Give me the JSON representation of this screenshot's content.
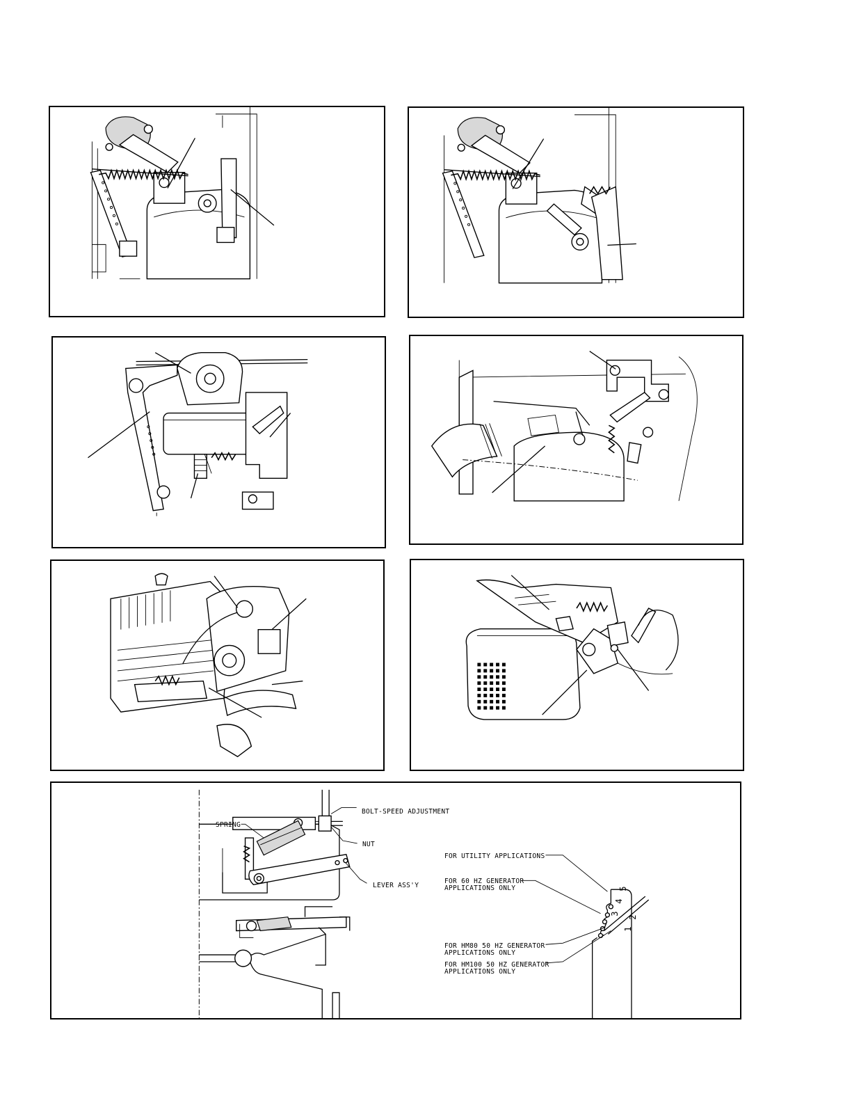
{
  "figures": [
    {
      "id": "fig1"
    },
    {
      "id": "fig2"
    },
    {
      "id": "fig3"
    },
    {
      "id": "fig4"
    },
    {
      "id": "fig5"
    },
    {
      "id": "fig6"
    },
    {
      "id": "fig7"
    }
  ],
  "fig7": {
    "labels": {
      "bolt": "BOLT-SPEED ADJUSTMENT",
      "spring": "SPRING",
      "nut": "NUT",
      "lever": "LEVER ASS'Y",
      "utility": "FOR UTILITY APPLICATIONS",
      "gen60_line1": "FOR 60 HZ GENERATOR",
      "gen60_line2": "APPLICATIONS ONLY",
      "hm80_line1": "FOR HM80 50 HZ GENERATOR",
      "hm80_line2": "APPLICATIONS ONLY",
      "hm100_line1": "FOR HM100 50 HZ GENERATOR",
      "hm100_line2": "APPLICATIONS ONLY"
    },
    "hole_numbers": [
      "1",
      "2",
      "3",
      "4",
      "5"
    ]
  }
}
